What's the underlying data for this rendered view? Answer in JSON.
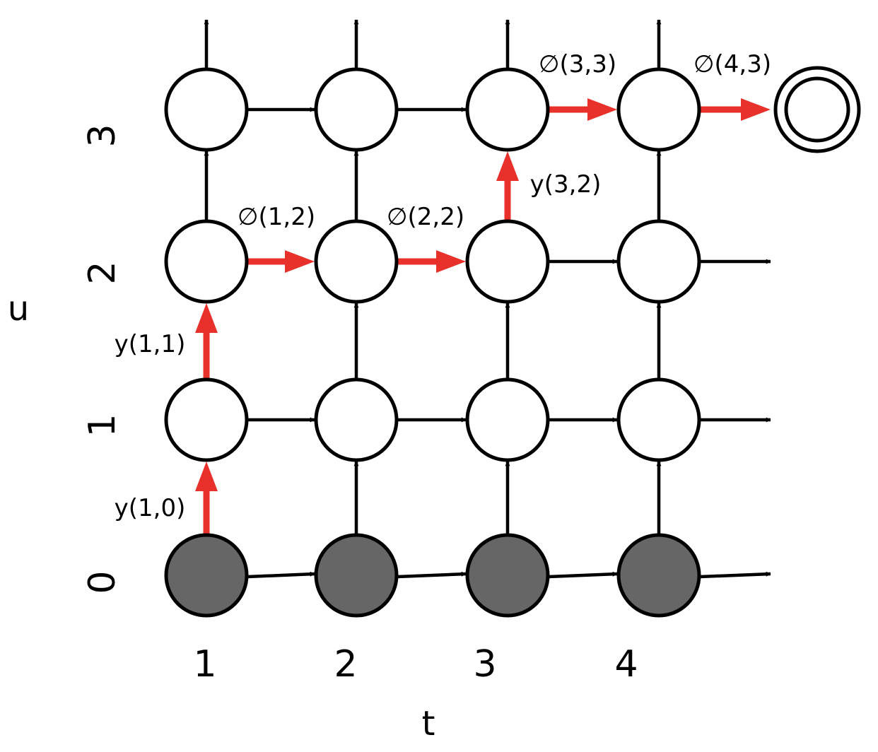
{
  "axes": {
    "x_title": "t",
    "y_title": "u",
    "x_ticks": [
      "1",
      "2",
      "3",
      "4"
    ],
    "y_ticks": [
      "0",
      "1",
      "2",
      "3"
    ]
  },
  "edge_labels": {
    "y10": "y(1,0)",
    "y11": "y(1,1)",
    "b12": "∅(1,2)",
    "b22": "∅(2,2)",
    "y32": "y(3,2)",
    "b33": "∅(3,3)",
    "b43": "∅(4,3)"
  },
  "colors": {
    "path": "#e8312a",
    "edge": "#000000",
    "filled_node": "#666666",
    "empty_node": "#ffffff"
  }
}
